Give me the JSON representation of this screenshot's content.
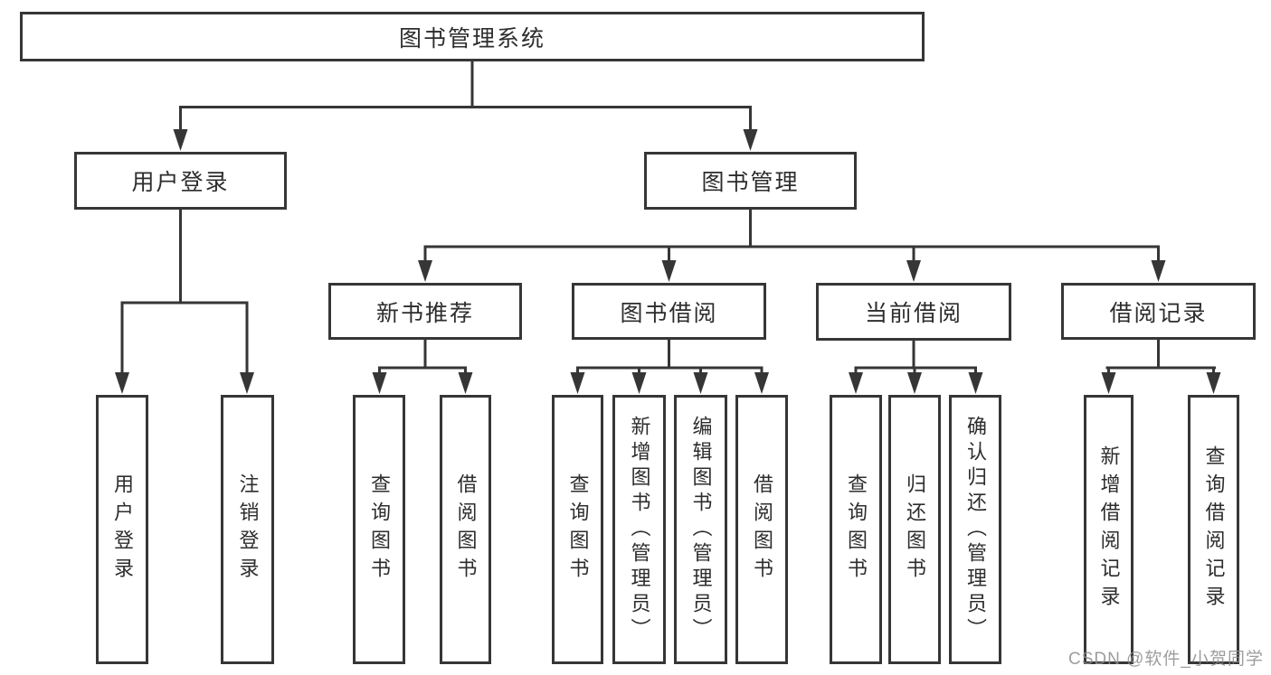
{
  "diagram": {
    "root": "图书管理系统",
    "branches": [
      {
        "label": "用户登录",
        "children": [
          "用户登录",
          "注销登录"
        ]
      },
      {
        "label": "图书管理",
        "sections": [
          {
            "label": "新书推荐",
            "children": [
              "查询图书",
              "借阅图书"
            ]
          },
          {
            "label": "图书借阅",
            "children": [
              "查询图书",
              "新增图书（管理员）",
              "编辑图书（管理员）",
              "借阅图书"
            ]
          },
          {
            "label": "当前借阅",
            "children": [
              "查询图书",
              "归还图书",
              "确认归还（管理员）"
            ]
          },
          {
            "label": "借阅记录",
            "children": [
              "新增借阅记录",
              "查询借阅记录"
            ]
          }
        ]
      }
    ]
  },
  "watermark": {
    "text": "CSDN @软件_小贺同学"
  },
  "colors": {
    "line": "#363636",
    "box_border": "#363636",
    "text": "#2d2d2d",
    "watermark_text": "#8c8c8c",
    "background": "#ffffff"
  }
}
